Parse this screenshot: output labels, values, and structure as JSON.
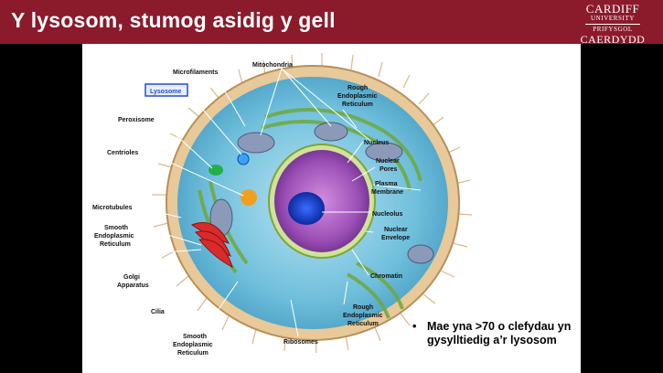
{
  "slide": {
    "title": "Y lysosom, stumog asidig y gell",
    "logo": {
      "line1": "CARDIFF",
      "line2": "UNIVERSITY",
      "line3": "PRIFYSGOL",
      "line4": "CAERDYDD"
    },
    "bullet": {
      "marker": "•",
      "text": "Mae yna >70 o clefydau yn gysylltiedig a’r lysosom"
    }
  },
  "diagram": {
    "labels": {
      "microfilaments": "Microfilaments",
      "mitochondria": "Mitochondria",
      "lysosome": "Lysosome",
      "rough_er_top": [
        "Rough",
        "Endoplasmic",
        "Reticulum"
      ],
      "peroxisome": "Peroxisome",
      "nucleus": "Nucleus",
      "centrioles": "Centrioles",
      "nuclear_pores": [
        "Nuclear",
        "Pores"
      ],
      "plasma_membrane": [
        "Plasma",
        "Membrane"
      ],
      "microtubules": "Microtubules",
      "nucleolus": "Nucleolus",
      "smooth_er_left": [
        "Smooth",
        "Endoplasmic",
        "Reticulum"
      ],
      "nuclear_envelope": [
        "Nuclear",
        "Envelope"
      ],
      "golgi": [
        "Golgi",
        "Apparatus"
      ],
      "chromatin": "Chromatin",
      "cilia": "Cilia",
      "rough_er_bottom": [
        "Rough",
        "Endoplasmic",
        "Reticulum"
      ],
      "ribosomes": "Ribosomes",
      "smooth_er_bottom": [
        "Smooth",
        "Endoplasmic",
        "Reticulum"
      ]
    },
    "colors": {
      "header": "#8b1a2b",
      "cytoplasm": "#7ec8e3",
      "membrane": "#e8c99a",
      "nucleus": "#9b4fb5",
      "golgi": "#d92b2b",
      "er": "#6fa83a",
      "lysosome_box": "#1f4fd8"
    }
  }
}
